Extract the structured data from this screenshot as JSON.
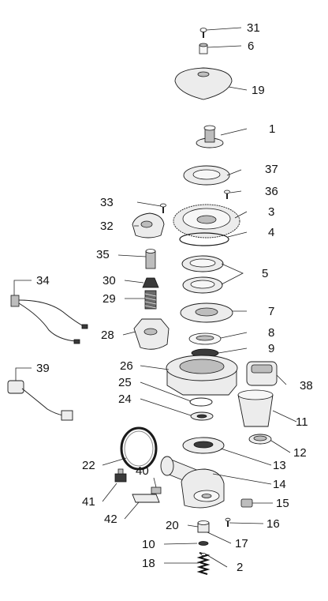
{
  "callouts": [
    {
      "id": "31",
      "text": "31"
    },
    {
      "id": "6",
      "text": "6"
    },
    {
      "id": "19",
      "text": "19"
    },
    {
      "id": "1",
      "text": "1"
    },
    {
      "id": "37",
      "text": "37"
    },
    {
      "id": "36",
      "text": "36"
    },
    {
      "id": "33",
      "text": "33"
    },
    {
      "id": "3",
      "text": "3"
    },
    {
      "id": "32",
      "text": "32"
    },
    {
      "id": "4",
      "text": "4"
    },
    {
      "id": "35",
      "text": "35"
    },
    {
      "id": "5",
      "text": "5"
    },
    {
      "id": "34",
      "text": "34"
    },
    {
      "id": "30",
      "text": "30"
    },
    {
      "id": "29",
      "text": "29"
    },
    {
      "id": "7",
      "text": "7"
    },
    {
      "id": "28",
      "text": "28"
    },
    {
      "id": "8",
      "text": "8"
    },
    {
      "id": "9",
      "text": "9"
    },
    {
      "id": "26",
      "text": "26"
    },
    {
      "id": "39",
      "text": "39"
    },
    {
      "id": "38",
      "text": "38"
    },
    {
      "id": "25",
      "text": "25"
    },
    {
      "id": "24",
      "text": "24"
    },
    {
      "id": "11",
      "text": "11"
    },
    {
      "id": "12",
      "text": "12"
    },
    {
      "id": "22",
      "text": "22"
    },
    {
      "id": "13",
      "text": "13"
    },
    {
      "id": "40",
      "text": "40"
    },
    {
      "id": "14",
      "text": "14"
    },
    {
      "id": "41",
      "text": "41"
    },
    {
      "id": "15",
      "text": "15"
    },
    {
      "id": "42",
      "text": "42"
    },
    {
      "id": "16",
      "text": "16"
    },
    {
      "id": "20",
      "text": "20"
    },
    {
      "id": "17",
      "text": "17"
    },
    {
      "id": "10",
      "text": "10"
    },
    {
      "id": "18",
      "text": "18"
    },
    {
      "id": "2",
      "text": "2"
    }
  ]
}
